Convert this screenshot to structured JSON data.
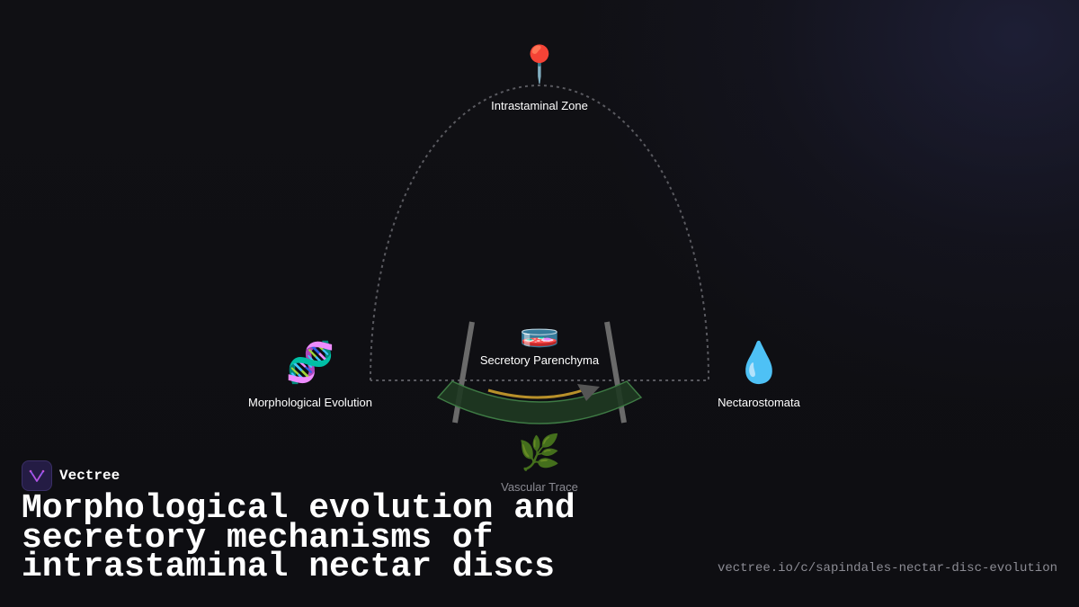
{
  "diagram": {
    "nodes": {
      "top": {
        "label": "Intrastaminal Zone",
        "icon": "round-pushpin-icon",
        "glyph": "📍"
      },
      "center": {
        "label": "Secretory Parenchyma",
        "icon": "petri-dish-icon",
        "glyph": "🧫"
      },
      "left": {
        "label": "Morphological Evolution",
        "icon": "dna-icon",
        "glyph": "🧬"
      },
      "right": {
        "label": "Nectarostomata",
        "icon": "droplet-icon",
        "glyph": "💧"
      },
      "bottom": {
        "label": "Vascular Trace",
        "icon": "herb-icon",
        "glyph": "🌿"
      }
    },
    "colors": {
      "dashed_path": "#5a5a60",
      "disc_fill": "#1f3a22",
      "disc_stroke": "#3e7a44",
      "nectar_arc": "#b8902a",
      "support_bars": "#6a6a6a",
      "arrow": "#555555"
    }
  },
  "brand": {
    "name": "Vectree",
    "icon": "vectree-logo-icon",
    "accent": "#8a5cf0"
  },
  "title": "Morphological evolution and secretory mechanisms of intrastaminal nectar discs",
  "url": "vectree.io/c/sapindales-nectar-disc-evolution"
}
